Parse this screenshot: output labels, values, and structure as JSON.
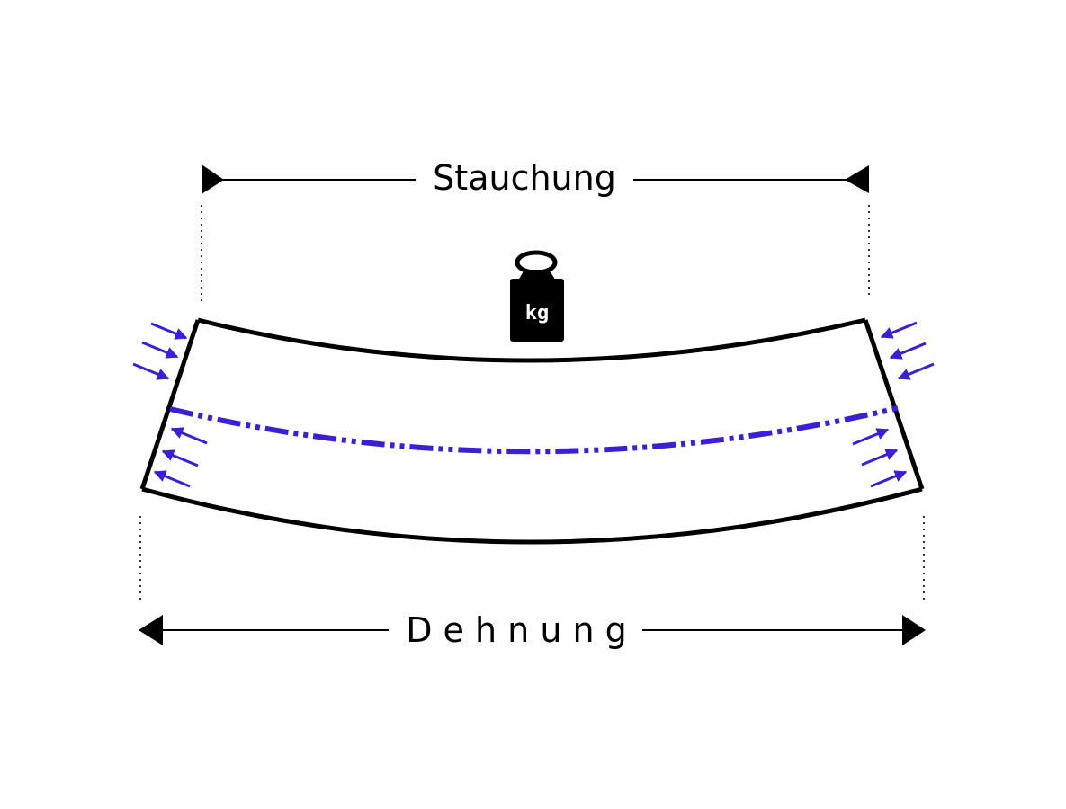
{
  "labels": {
    "top": "Stauchung",
    "bottom": "D e h n u n g"
  },
  "weight": {
    "label": "kg"
  },
  "colors": {
    "outline": "#000000",
    "force_arrows": "#3a1fd6",
    "neutral_axis": "#3a1fd6",
    "background": "#ffffff"
  },
  "icons": {
    "weight": "weight-icon",
    "force_arrow": "arrow-icon"
  }
}
